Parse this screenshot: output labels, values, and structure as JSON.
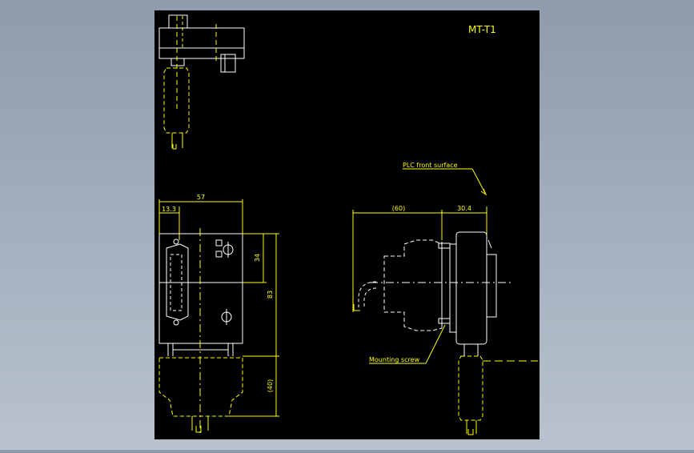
{
  "drawing": {
    "title": "MT-T1",
    "dimensions": {
      "width_57": "57",
      "offset_13_3": "13.3",
      "height_34": "34",
      "height_83": "83",
      "cable_40": "(40)",
      "depth_60": "(60)",
      "depth_30_4": "30.4"
    },
    "annotations": {
      "plc_front_surface": "PLC front surface",
      "mounting_screw": "Mounting screw"
    }
  },
  "colors": {
    "background": "#000000",
    "outline": "#ffffff",
    "dimension": "#ffff00",
    "viewport_frame": "#000000",
    "backdrop_top": "#8d9bac",
    "backdrop_bottom": "#b9c3cf"
  }
}
